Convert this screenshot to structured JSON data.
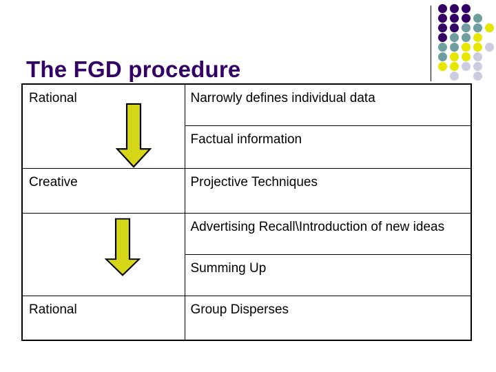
{
  "slide": {
    "title": "The FGD procedure",
    "title_color": "#330066",
    "background_color": "#FFFFFF"
  },
  "decoration": {
    "vertical_rule": "deco-vertical-rule",
    "dot_grid": {
      "name": "dot-grid-decoration",
      "colors": {
        "purple": "#330066",
        "teal": "#6E9E9E",
        "yellow": "#E6E600",
        "lavender": "#CCCCE0"
      },
      "rows": [
        [
          "purple",
          "purple",
          "purple",
          null,
          null
        ],
        [
          "purple",
          "purple",
          "purple",
          "teal",
          null
        ],
        [
          "purple",
          "purple",
          "teal",
          "teal",
          "yellow"
        ],
        [
          "purple",
          "teal",
          "teal",
          "yellow",
          null
        ],
        [
          "teal",
          "teal",
          "yellow",
          "yellow",
          "lavender"
        ],
        [
          "teal",
          "yellow",
          "yellow",
          "lavender",
          null
        ],
        [
          "yellow",
          "yellow",
          "lavender",
          "lavender",
          null
        ],
        [
          null,
          "lavender",
          null,
          "lavender",
          null
        ]
      ]
    }
  },
  "table": {
    "name": "fgd-procedure-table",
    "arrow_color": "#D6D619",
    "arrow_outline": "#000000",
    "groups": [
      {
        "stage": "Rational",
        "has_arrow": true,
        "items": [
          "Narrowly defines individual data",
          "Factual information"
        ]
      },
      {
        "stage": "Creative",
        "has_arrow": false,
        "items": [
          "Projective Techniques"
        ]
      },
      {
        "stage": "",
        "has_arrow": true,
        "items": [
          "Advertising Recall\\Introduction of new ideas",
          "Summing Up"
        ]
      },
      {
        "stage": "Rational",
        "has_arrow": false,
        "items": [
          "Group Disperses"
        ]
      }
    ]
  }
}
